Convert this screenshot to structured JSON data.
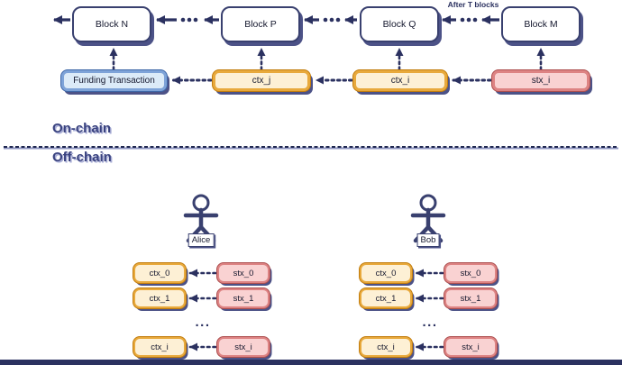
{
  "chain": {
    "blocks": [
      {
        "label": "Block N"
      },
      {
        "label": "Block P"
      },
      {
        "label": "Block Q"
      },
      {
        "label": "Block M"
      }
    ],
    "after_t_label": "After T blocks"
  },
  "chain_txs": {
    "funding": "Funding Transaction",
    "ctx_j": "ctx_j",
    "ctx_i": "ctx_i",
    "stx_i": "stx_i"
  },
  "divider": {
    "above": "On-chain",
    "below": "Off-chain"
  },
  "actors": [
    {
      "name": "Alice",
      "ellipsis": "...",
      "rows": [
        {
          "ctx": "ctx_0",
          "stx": "stx_0"
        },
        {
          "ctx": "ctx_1",
          "stx": "stx_1"
        },
        {
          "ctx": "ctx_i",
          "stx": "stx_i"
        }
      ]
    },
    {
      "name": "Bob",
      "ellipsis": "...",
      "rows": [
        {
          "ctx": "ctx_0",
          "stx": "stx_0"
        },
        {
          "ctx": "ctx_1",
          "stx": "stx_1"
        },
        {
          "ctx": "ctx_i",
          "stx": "stx_i"
        }
      ]
    }
  ],
  "colors": {
    "navy": "#2b3160",
    "block_border": "#39406f",
    "funding_border": "#7ea3d8",
    "funding_fill": "#dcebf8",
    "ctx_border": "#e8a93c",
    "ctx_fill": "#fdf0d5",
    "stx_border": "#dd8383",
    "stx_fill": "#f9d2d2"
  }
}
